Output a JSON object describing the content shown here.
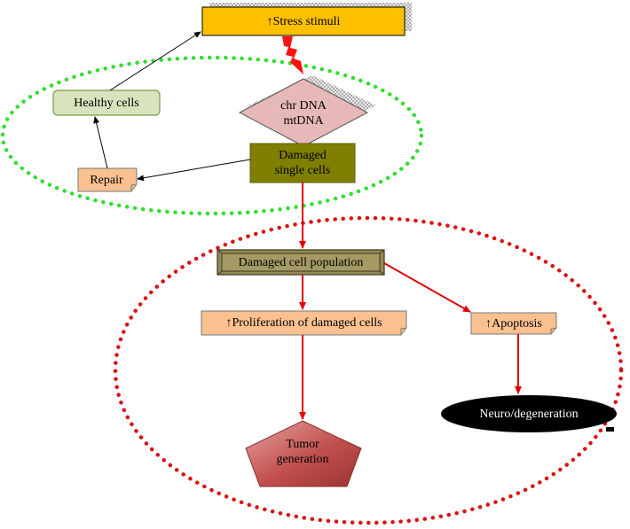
{
  "colors": {
    "stress_fill": "#ffc000",
    "healthy_fill": "#d7e4bd",
    "repair_fill": "#fac090",
    "dna_fill": "#e6b9b8",
    "damaged_single_fill": "#7f7f00",
    "population_fill": "#948a54",
    "proliferation_fill": "#fac090",
    "apoptosis_fill": "#fac090",
    "tumor_fill": "#c0504d",
    "neuro_fill": "#000000",
    "green_ring": "#33dd33",
    "red_ring": "#dd1111",
    "arrow_red": "#e00000",
    "arrow_black": "#000000"
  },
  "nodes": {
    "stress": "↑Stress stimuli",
    "healthy": "Healthy cells",
    "dna": "chr DNA\nmtDNA",
    "damaged_single": "Damaged\nsingle cells",
    "repair": "Repair",
    "population": "Damaged cell population",
    "proliferation": "↑Proliferation of damaged cells",
    "apoptosis": "↑Apoptosis",
    "neuro": "Neuro/degeneration",
    "tumor": "Tumor\ngeneration"
  },
  "icons": {
    "lightning": "lightning-bolt-icon"
  }
}
